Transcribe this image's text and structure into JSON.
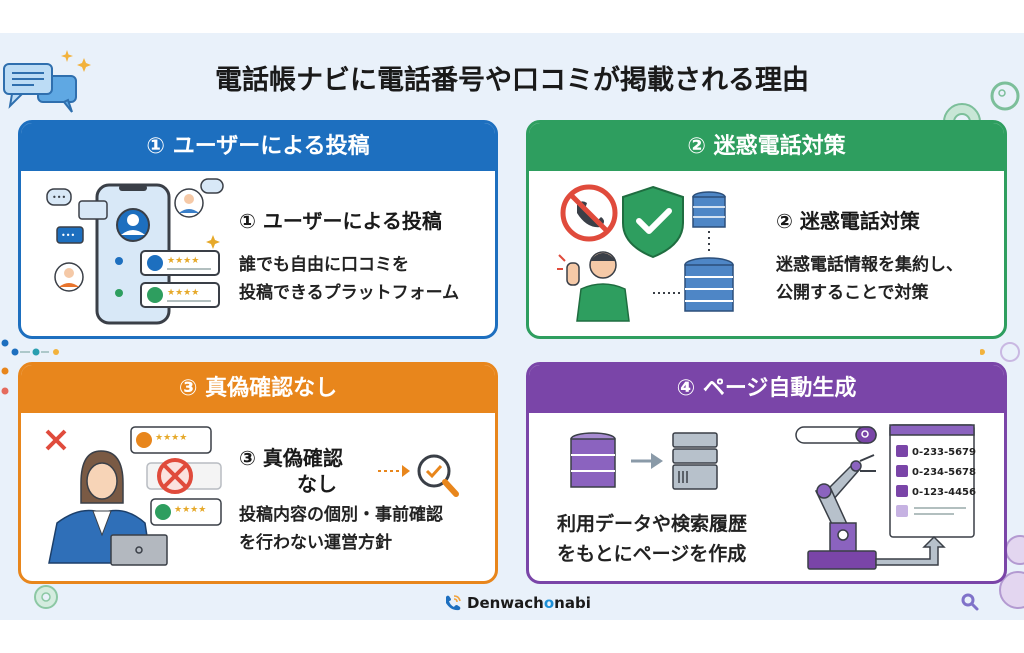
{
  "title": "電話帳ナビに電話番号や口コミが掲載される理由",
  "colors": {
    "background_band": "#e9f1fa",
    "card1": "#1d6fbf",
    "card2": "#2e9e5f",
    "card3": "#e8861c",
    "card4": "#7a45a8"
  },
  "cards": [
    {
      "header": "① ユーザーによる投稿",
      "subtitle": "① ユーザーによる投稿",
      "desc_lines": [
        "誰でも自由に口コミを",
        "投稿できるプラットフォーム"
      ],
      "icon": "smartphone-reviews-icon"
    },
    {
      "header": "② 迷惑電話対策",
      "subtitle": "② 迷惑電話対策",
      "desc_lines": [
        "迷惑電話情報を集約し、",
        "公開することで対策"
      ],
      "icon": "shield-database-icon"
    },
    {
      "header": "③ 真偽確認なし",
      "subtitle_lines": [
        "③ 真偽確認",
        "なし"
      ],
      "desc_lines": [
        "投稿内容の個別・事前確認",
        "を行わない運営方針"
      ],
      "icon": "operator-no-verification-icon"
    },
    {
      "header": "④ ページ自動生成",
      "desc_lines": [
        "利用データや検索履歴",
        "をもとにページを作成"
      ],
      "icon": "robot-arm-page-icon",
      "phone_numbers": [
        "0-233-5679",
        "0-234-5678",
        "0-123-4456"
      ]
    }
  ],
  "footer": {
    "logo_prefix": "Denwach",
    "logo_o": "o",
    "logo_suffix": "nabi"
  }
}
